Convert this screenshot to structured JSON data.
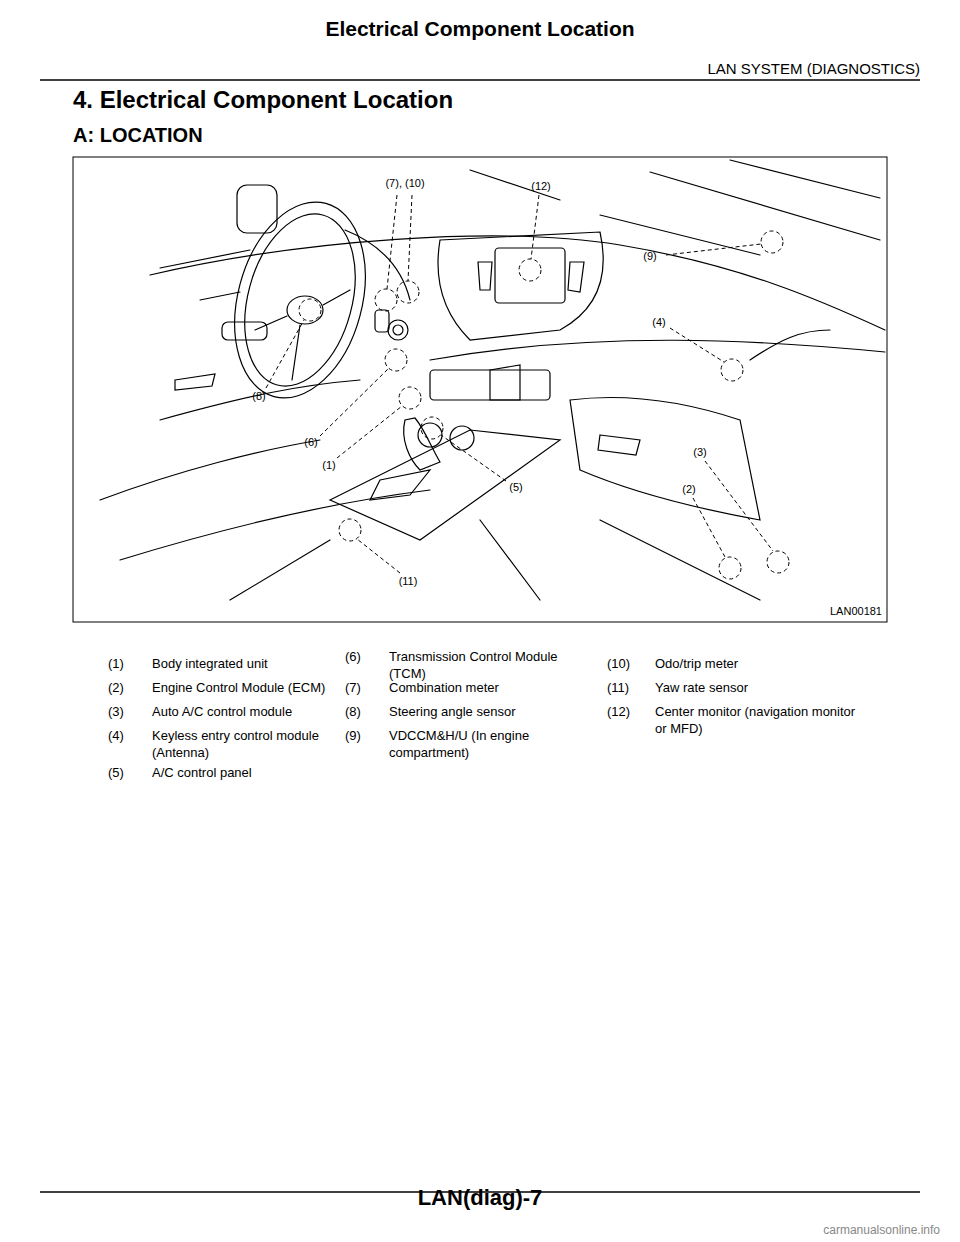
{
  "diagram": {
    "title": "4. Electrical Component Location",
    "labels": [
      "Electrical Component Location",
      "LAN SYSTEM (DIAGNOSTICS)",
      "A: LOCATION",
      "(7), (10)",
      "(12)",
      "(9)",
      "(4)",
      "(8)",
      "(6)",
      "(1)",
      "(5)",
      "(3)",
      "(2)",
      "(11)",
      "LAN00181",
      "(1)",
      "Body integrated unit",
      "(2)",
      "Engine Control Module (ECM)",
      "(3)",
      "Auto A/C control module",
      "(4)",
      "Keyless entry control module (Antenna)",
      "(5)",
      "A/C control panel",
      "(6)",
      "Transmission Control Module (TCM)",
      "(7)",
      "Combination meter",
      "(8)",
      "Steering angle sensor",
      "(9)",
      "VDCCM&H/U (In engine compartment)",
      "(10)",
      "Odo/trip meter",
      "(11)",
      "Yaw rate sensor",
      "(12)",
      "Center monitor (navigation monitor or MFD)",
      "LAN(diag)-7",
      "carmanualsonline.info"
    ]
  }
}
